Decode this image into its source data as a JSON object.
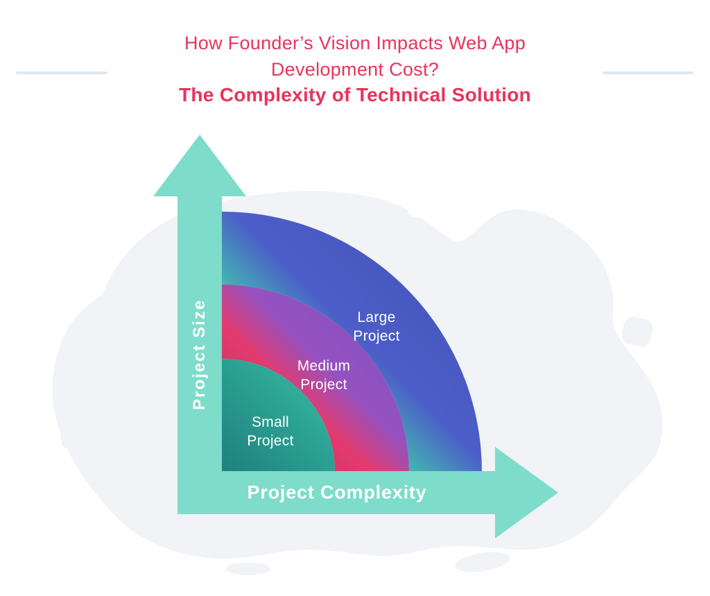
{
  "title": {
    "line1": "How Founder’s Vision Impacts Web App",
    "line2": "Development Cost?",
    "line3": "The Complexity of Technical Solution"
  },
  "colors": {
    "title_text": "#E8335C",
    "arrow": "#7EDCCA",
    "blob": "#F1F3F6",
    "divider": "#DFE8F0",
    "label_text": "#FFFFFF"
  },
  "figure": {
    "y_axis_label": "Project Size",
    "x_axis_label": "Project Complexity",
    "bands": [
      {
        "label": "Small Project",
        "colors": {
          "start": "#20807C",
          "mid": "#2BA294",
          "end": "#3EC3A9"
        }
      },
      {
        "label": "Medium Project",
        "colors": {
          "start": "#C22A5C",
          "mid1": "#E23B6F",
          "mid2": "#9552C0",
          "end": "#7F4FBE"
        }
      },
      {
        "label": "Large Project",
        "colors": {
          "start": "#2FA895",
          "mid1": "#3FC9AC",
          "mid2": "#4D5EC8",
          "end": "#3D4FB5"
        }
      }
    ]
  }
}
